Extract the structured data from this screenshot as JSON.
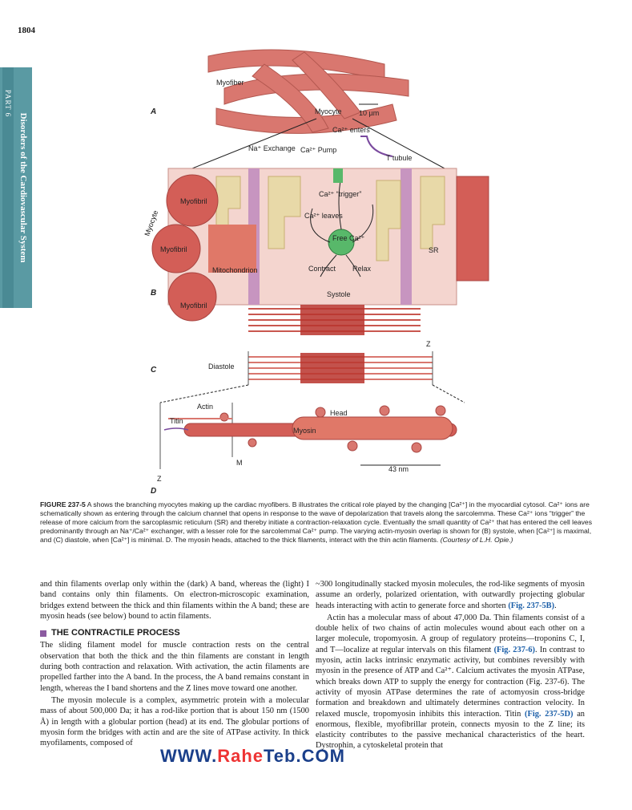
{
  "header": {
    "page_number": "1804"
  },
  "side_tab": {
    "part": "PART 6",
    "title": "Disorders of the Cardiovascular System"
  },
  "figure": {
    "panels": [
      "A",
      "B",
      "C",
      "D"
    ],
    "labels": {
      "myofiber": "Myofiber",
      "myocyte": "Myocyte",
      "scale": "10 µm",
      "ca_enters": "Ca²⁺ enters",
      "na_exchange": "Na⁺ Exchange",
      "ca_pump": "Ca²⁺ Pump",
      "t_tubule": "T tubule",
      "ca_trigger": "Ca²⁺ “trigger”",
      "ca_leaves": "Ca²⁺ leaves",
      "free_ca": "Free Ca²⁺",
      "contract": "Contract",
      "relax": "Relax",
      "systole": "Systole",
      "myofibril": "Myofibril",
      "mitochondrion": "Mitochondrion",
      "sr": "SR",
      "myocyte_side": "Myocyte",
      "diastole": "Diastole",
      "z": "Z",
      "actin": "Actin",
      "titin": "Titin",
      "head": "Head",
      "myosin": "Myosin",
      "m": "M",
      "nm": "43 nm"
    }
  },
  "caption": {
    "label": "FIGURE 237-5",
    "text": " A shows the branching myocytes making up the cardiac myofibers. B illustrates the critical role played by the changing [Ca²⁺] in the myocardial cytosol. Ca²⁺ ions are schematically shown as entering through the calcium channel that opens in response to the wave of depolarization that travels along the sarcolemma. These Ca²⁺ ions “trigger” the release of more calcium from the sarcoplasmic reticulum (SR) and thereby initiate a contraction-relaxation cycle. Eventually the small quantity of Ca²⁺ that has entered the cell leaves predominantly through an Na⁺/Ca²⁺ exchanger, with a lesser role for the sarcolemmal Ca²⁺ pump. The varying actin-myosin overlap is shown for (B) systole, when [Ca²⁺] is maximal, and (C) diastole, when [Ca²⁺] is minimal. D. The myosin heads, attached to the thick filaments, interact with the thin actin filaments.",
    "credit": "(Courtesy of L.H. Opie.)"
  },
  "body": {
    "left_p1": "and thin filaments overlap only within the (dark) A band, whereas the (light) I band contains only thin filaments. On electron-microscopic examination, bridges extend between the thick and thin filaments within the A band; these are myosin heads (see below) bound to actin filaments.",
    "section_heading": "THE CONTRACTILE PROCESS",
    "left_p2": "The sliding filament model for muscle contraction rests on the central observation that both the thick and the thin filaments are constant in length during both contraction and relaxation. With activation, the actin filaments are propelled farther into the A band. In the process, the A band remains constant in length, whereas the I band shortens and the Z lines move toward one another.",
    "left_p3": "The myosin molecule is a complex, asymmetric protein with a molecular mass of about 500,000 Da; it has a rod-like portion that is about 150 nm (1500 Å) in length with a globular portion (head) at its end. The globular portions of myosin form the bridges with actin and are the site of ATPase activity. In thick myofilaments, composed of",
    "right_p1a": "~300 longitudinally stacked myosin molecules, the rod-like segments of myosin assume an orderly, polarized orientation, with outwardly projecting globular heads interacting with actin to generate force and shorten ",
    "right_p1_ref": "(Fig. 237-5B)",
    "right_p2a": "Actin has a molecular mass of about 47,000 Da. Thin filaments consist of a double helix of two chains of actin molecules wound about each other on a larger molecule, tropomyosin. A group of regulatory proteins—troponins C, I, and T—localize at regular intervals on this filament ",
    "right_p2_ref": "(Fig. 237-6)",
    "right_p2b": ". In contrast to myosin, actin lacks intrinsic enzymatic activity, but combines reversibly with myosin in the presence of ATP and Ca²⁺. Calcium activates the myosin ATPase, which breaks down ATP to supply the energy for contraction (Fig. 237-6). The activity of myosin ATPase determines the rate of actomyosin cross-bridge formation and breakdown and ultimately determines contraction velocity. In relaxed muscle, tropomyosin inhibits this interaction. Titin ",
    "right_p2_ref2": "(Fig. 237-5D)",
    "right_p2c": " an enormous, flexible, myofibrillar protein, connects myosin to the Z line; its elasticity contributes to the passive mechanical characteristics of the heart. Dystrophin, a cytoskeletal protein that"
  },
  "watermark": {
    "text_a": "WWW.",
    "text_b": "Rahe",
    "text_c": "Teb",
    "text_d": ".COM"
  }
}
